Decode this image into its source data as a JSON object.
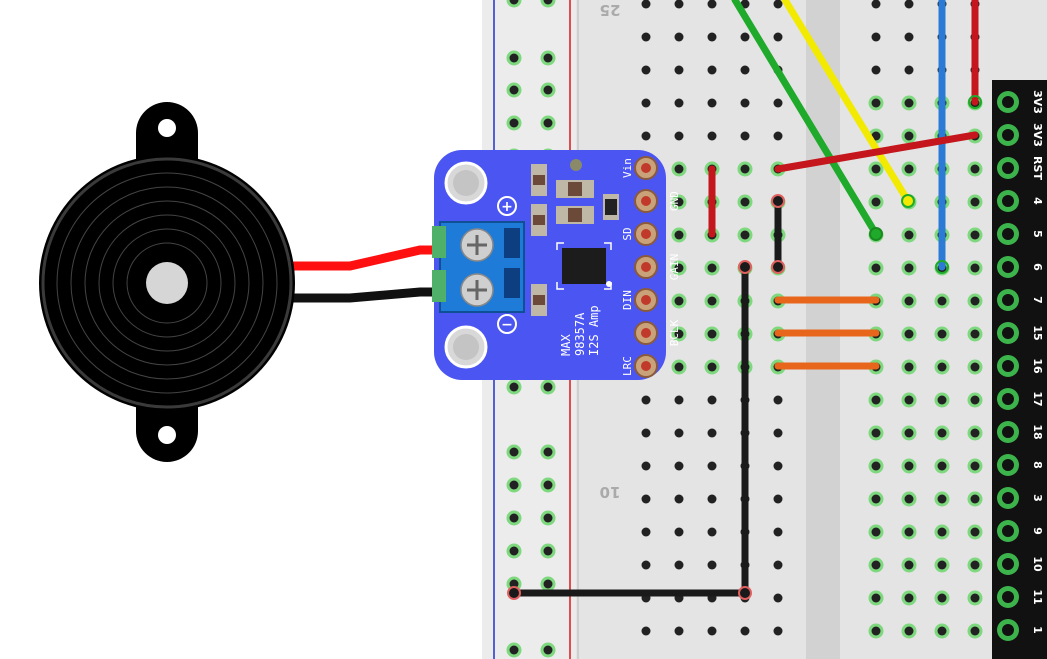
{
  "amp_board": {
    "pins": [
      "Vin",
      "GND",
      "SD",
      "GAIN",
      "DIN",
      "BCLK",
      "LRC"
    ],
    "label_lines": [
      "MAX",
      "98357A",
      "I2S Amp"
    ],
    "terminal_plus": "+",
    "terminal_minus": "−",
    "board_color": "#4b55f2"
  },
  "breadboard": {
    "row_numbers": [
      "25",
      "10"
    ],
    "rail_red": "#d81a1a",
    "rail_blue": "#2233cc"
  },
  "mcu_header": {
    "pins": [
      "3V3",
      "3V3",
      "RST",
      "4",
      "5",
      "6",
      "7",
      "15",
      "16",
      "17",
      "18",
      "8",
      "3",
      "9",
      "10",
      "11",
      "1"
    ]
  },
  "wire_colors": {
    "red": "#c4161c",
    "black": "#1a1a1a",
    "green": "#1faa2b",
    "yellow": "#f2ea00",
    "blue": "#2b7bd6",
    "orange": "#e8661b",
    "speaker_red": "#ff1010"
  },
  "icons": [
    "piezo-speaker-icon",
    "screw-terminal-icon",
    "mounting-hole-icon",
    "ic-chip-icon"
  ]
}
